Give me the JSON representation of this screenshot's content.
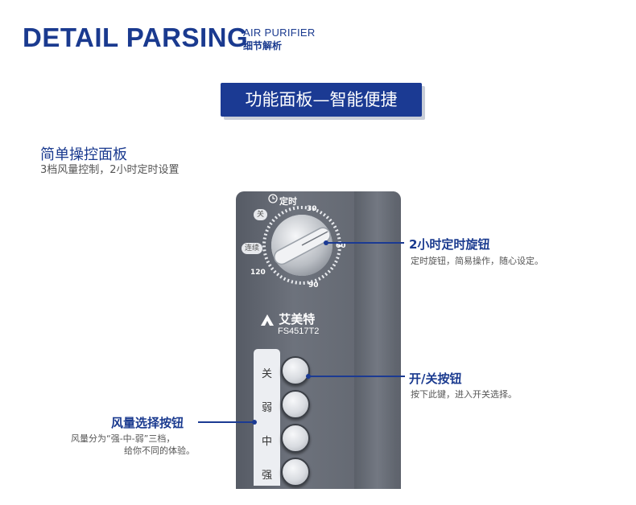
{
  "header": {
    "title": "DETAIL PARSING",
    "subtitle_en": "AIR PURIFIER",
    "subtitle_cn": "细节解析"
  },
  "banner": {
    "text": "功能面板—智能便捷"
  },
  "section": {
    "title": "简单操控面板",
    "description": "3档风量控制，2小时定时设置"
  },
  "device": {
    "dial": {
      "timer_label": "定时",
      "off_tag": "关",
      "continuous_tag": "连续",
      "marks": [
        "30",
        "60",
        "90",
        "120"
      ]
    },
    "brand": "艾美特",
    "model": "FS4517T2",
    "buttons": [
      "关",
      "弱",
      "中",
      "强"
    ]
  },
  "callouts": {
    "timer_knob": {
      "title": "2小时定时旋钮",
      "description": "定时旋钮，简易操作，随心设定。"
    },
    "power_button": {
      "title": "开/关按钮",
      "description": "按下此键，进入开关选择。"
    },
    "speed_buttons": {
      "title": "风量选择按钮",
      "description_line1": "风量分为“强-中-弱”三档，",
      "description_line2": "给你不同的体验。"
    }
  },
  "colors": {
    "accent": "#1b3a93",
    "device_body": "#5f646d",
    "button_face": "#d8dbe0"
  },
  "icons": {
    "timer": "clock-icon",
    "brand_logo": "brand-logo-icon"
  }
}
